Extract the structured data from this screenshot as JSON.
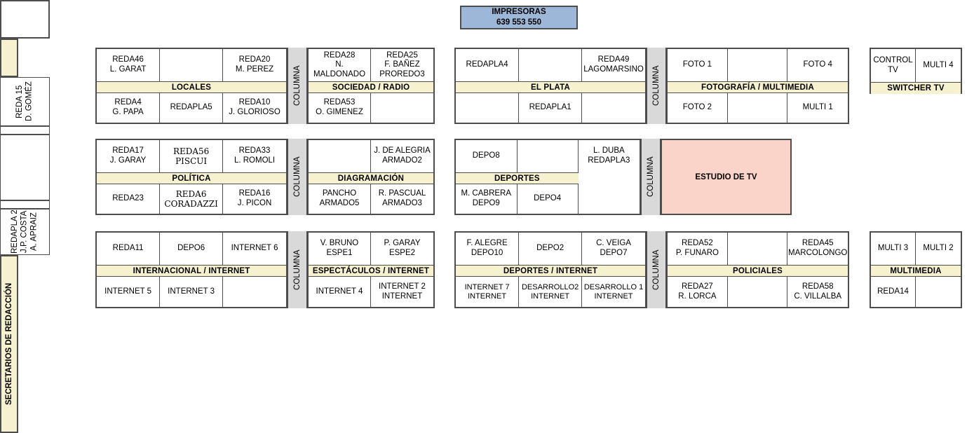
{
  "printers": {
    "title": "IMPRESORAS",
    "codes": "639  553  550"
  },
  "sidebar": {
    "label": "SECRETARIOS DE REDACCIÓN",
    "top_empty": "",
    "cells": [
      {
        "name": "reda15",
        "text": "REDA 15\nD. GOMÉZ"
      },
      {
        "name": "empty-1",
        "text": ""
      },
      {
        "name": "empty-2",
        "text": ""
      },
      {
        "name": "empty-3",
        "text": ""
      },
      {
        "name": "redapla2",
        "text": "REDAPLA 2\nJ.P. COSTA\nA. APRAIZ"
      }
    ]
  },
  "columna_label": "COLUMNA",
  "blocks": [
    {
      "id": "locales",
      "label": "LOCALES",
      "top": [
        "REDA46\nL. GARAT",
        "",
        "REDA20\nM. PEREZ"
      ],
      "bottom": [
        "REDA4\nG. PAPA",
        "REDAPLA5",
        "REDA10\nJ. GLORIOSO"
      ]
    },
    {
      "id": "sociedad-radio",
      "label": "SOCIEDAD / RADIO",
      "top": [
        "REDA28\nN. MALDONADO",
        "REDA25\nF. BAÑEZ\nPROREDO3"
      ],
      "bottom": [
        "REDA53\nO. GIMENEZ",
        ""
      ]
    },
    {
      "id": "el-plata",
      "label": "EL PLATA",
      "top": [
        "REDAPLA4",
        "",
        "REDA49\nLAGOMARSINO"
      ],
      "bottom": [
        "",
        "REDAPLA1",
        ""
      ]
    },
    {
      "id": "fotografia-multimedia",
      "label": "FOTOGRAFÍA / MULTIMEDIA",
      "top": [
        "FOTO 1",
        "",
        "FOTO 4"
      ],
      "bottom": [
        "FOTO 2",
        "",
        "MULTI 1"
      ]
    },
    {
      "id": "switcher-tv",
      "label": "SWITCHER TV",
      "top": [
        "CONTROL TV",
        "MULTI 4"
      ],
      "bottom": []
    },
    {
      "id": "politica",
      "label": "POLÍTICA",
      "top": [
        "REDA17\nJ. GARAY",
        "REDA56\nPISCUI",
        "REDA33\nL. ROMOLI"
      ],
      "bottom": [
        "REDA23",
        "REDA6\nCORADAZZI",
        "REDA16\nJ. PICON"
      ]
    },
    {
      "id": "diagramacion",
      "label": "DIAGRAMACIÓN",
      "top": [
        "",
        "J. DE ALEGRIA\nARMADO2"
      ],
      "bottom": [
        "PANCHO\nARMADO5",
        "R. PASCUAL\nARMADO3"
      ]
    },
    {
      "id": "deportes",
      "label": "DEPORTES",
      "top": [
        "DEPO8",
        "",
        "L. DUBA\nREDAPLA3"
      ],
      "bottom": [
        "M. CABRERA\nDEPO9",
        "DEPO4",
        ""
      ]
    },
    {
      "id": "estudio-de-tv",
      "label": "ESTUDIO DE TV",
      "top": [],
      "bottom": []
    },
    {
      "id": "internacional-internet",
      "label": "INTERNACIONAL / INTERNET",
      "top": [
        "REDA11",
        "DEPO6",
        "INTERNET 6"
      ],
      "bottom": [
        "INTERNET 5",
        "INTERNET 3",
        ""
      ]
    },
    {
      "id": "espectaculos-internet",
      "label": "ESPECTÁCULOS / INTERNET",
      "top": [
        "V. BRUNO\nESPE1",
        "P. GARAY\nESPE2"
      ],
      "bottom": [
        "INTERNET 4",
        "INTERNET 2\nINTERNET"
      ]
    },
    {
      "id": "deportes-internet",
      "label": "DEPORTES / INTERNET",
      "top": [
        "F. ALEGRE\nDEPO10",
        "DEPO2",
        "C. VEIGA\nDEPO7"
      ],
      "bottom": [
        "INTERNET 7\nINTERNET",
        "DESARROLLO2\nINTERNET",
        "DESARROLLO 1\nINTERNET"
      ]
    },
    {
      "id": "policiales",
      "label": "POLICIALES",
      "top": [
        "REDA52\nP. FUNARO",
        "",
        "REDA45\nMARCOLONGO"
      ],
      "bottom": [
        "REDA27\nR. LORCA",
        "",
        "REDA58\nC. VILLALBA"
      ]
    },
    {
      "id": "multimedia",
      "label": "MULTIMEDIA",
      "top": [
        "MULTI 3",
        "MULTI 2"
      ],
      "bottom": [
        "REDA14",
        ""
      ]
    }
  ],
  "colors": {
    "label_yellow": "#F6F2CF",
    "columna_gray": "#D9D9D9",
    "studio_pink": "#FBD4C9",
    "printers_blue": "#9DB7D8",
    "border": "#4D4D4D"
  }
}
